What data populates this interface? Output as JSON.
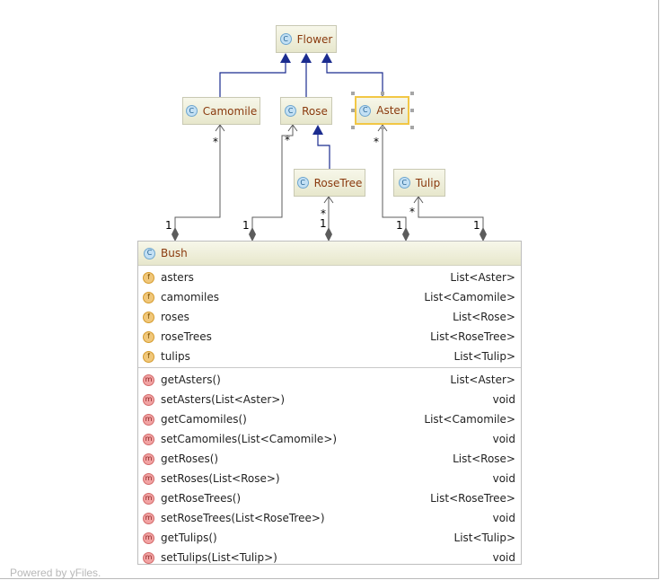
{
  "diagram": {
    "classes": {
      "flower": {
        "name": "Flower",
        "icon": "C"
      },
      "camomile": {
        "name": "Camomile",
        "icon": "C"
      },
      "rose": {
        "name": "Rose",
        "icon": "C"
      },
      "aster": {
        "name": "Aster",
        "icon": "C"
      },
      "rosetree": {
        "name": "RoseTree",
        "icon": "C"
      },
      "tulip": {
        "name": "Tulip",
        "icon": "C"
      },
      "bush": {
        "name": "Bush",
        "icon": "C"
      }
    },
    "bush_fields": [
      {
        "icon": "f",
        "name": "asters",
        "type": "List<Aster>"
      },
      {
        "icon": "f",
        "name": "camomiles",
        "type": "List<Camomile>"
      },
      {
        "icon": "f",
        "name": "roses",
        "type": "List<Rose>"
      },
      {
        "icon": "f",
        "name": "roseTrees",
        "type": "List<RoseTree>"
      },
      {
        "icon": "f",
        "name": "tulips",
        "type": "List<Tulip>"
      }
    ],
    "bush_methods": [
      {
        "icon": "m",
        "name": "getAsters()",
        "type": "List<Aster>"
      },
      {
        "icon": "m",
        "name": "setAsters(List<Aster>)",
        "type": "void"
      },
      {
        "icon": "m",
        "name": "getCamomiles()",
        "type": "List<Camomile>"
      },
      {
        "icon": "m",
        "name": "setCamomiles(List<Camomile>)",
        "type": "void"
      },
      {
        "icon": "m",
        "name": "getRoses()",
        "type": "List<Rose>"
      },
      {
        "icon": "m",
        "name": "setRoses(List<Rose>)",
        "type": "void"
      },
      {
        "icon": "m",
        "name": "getRoseTrees()",
        "type": "List<RoseTree>"
      },
      {
        "icon": "m",
        "name": "setRoseTrees(List<RoseTree>)",
        "type": "void"
      },
      {
        "icon": "m",
        "name": "getTulips()",
        "type": "List<Tulip>"
      },
      {
        "icon": "m",
        "name": "setTulips(List<Tulip>)",
        "type": "void"
      }
    ],
    "multiplicities": {
      "camomile_target": "*",
      "rose_target": "*",
      "aster_target": "*",
      "rosetree_target": "*",
      "tulip_target": "*",
      "camomile_source": "1",
      "rose_source": "1",
      "rosetree_source": "1",
      "aster_source": "1",
      "tulip_source": "1"
    },
    "selected_class": "Aster",
    "colors": {
      "inheritance_line": "#1b2c8f",
      "association_line": "#5c5c5c",
      "class_text": "#8a3a0e",
      "selection_border": "#f2c745"
    }
  },
  "watermark": "Powered by yFiles."
}
